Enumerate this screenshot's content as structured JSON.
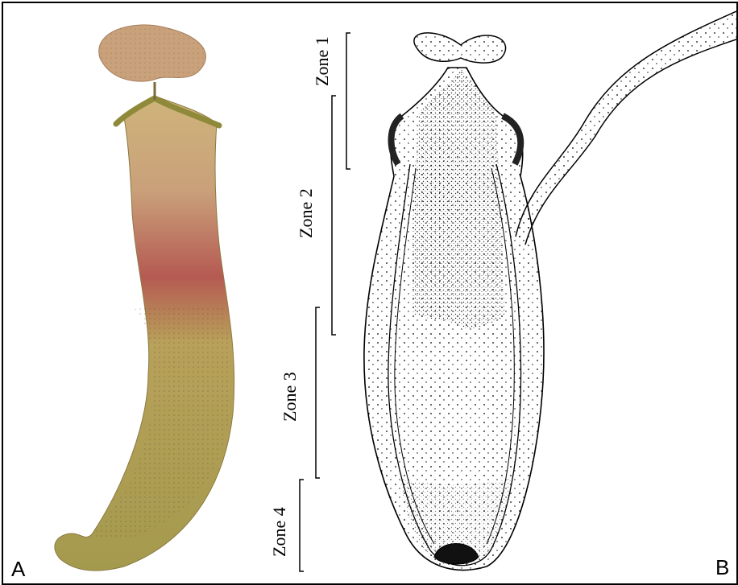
{
  "panels": {
    "left_letter": "A",
    "right_letter": "B"
  },
  "zones": [
    {
      "label": "Zone 1"
    },
    {
      "label": "Zone 2"
    },
    {
      "label": "Zone 3"
    },
    {
      "label": "Zone 4"
    }
  ],
  "colors": {
    "pitcher_green": "#b3a556",
    "pitcher_red": "#b55a52",
    "lid_tan": "#c7a27a",
    "ink": "#000000"
  }
}
